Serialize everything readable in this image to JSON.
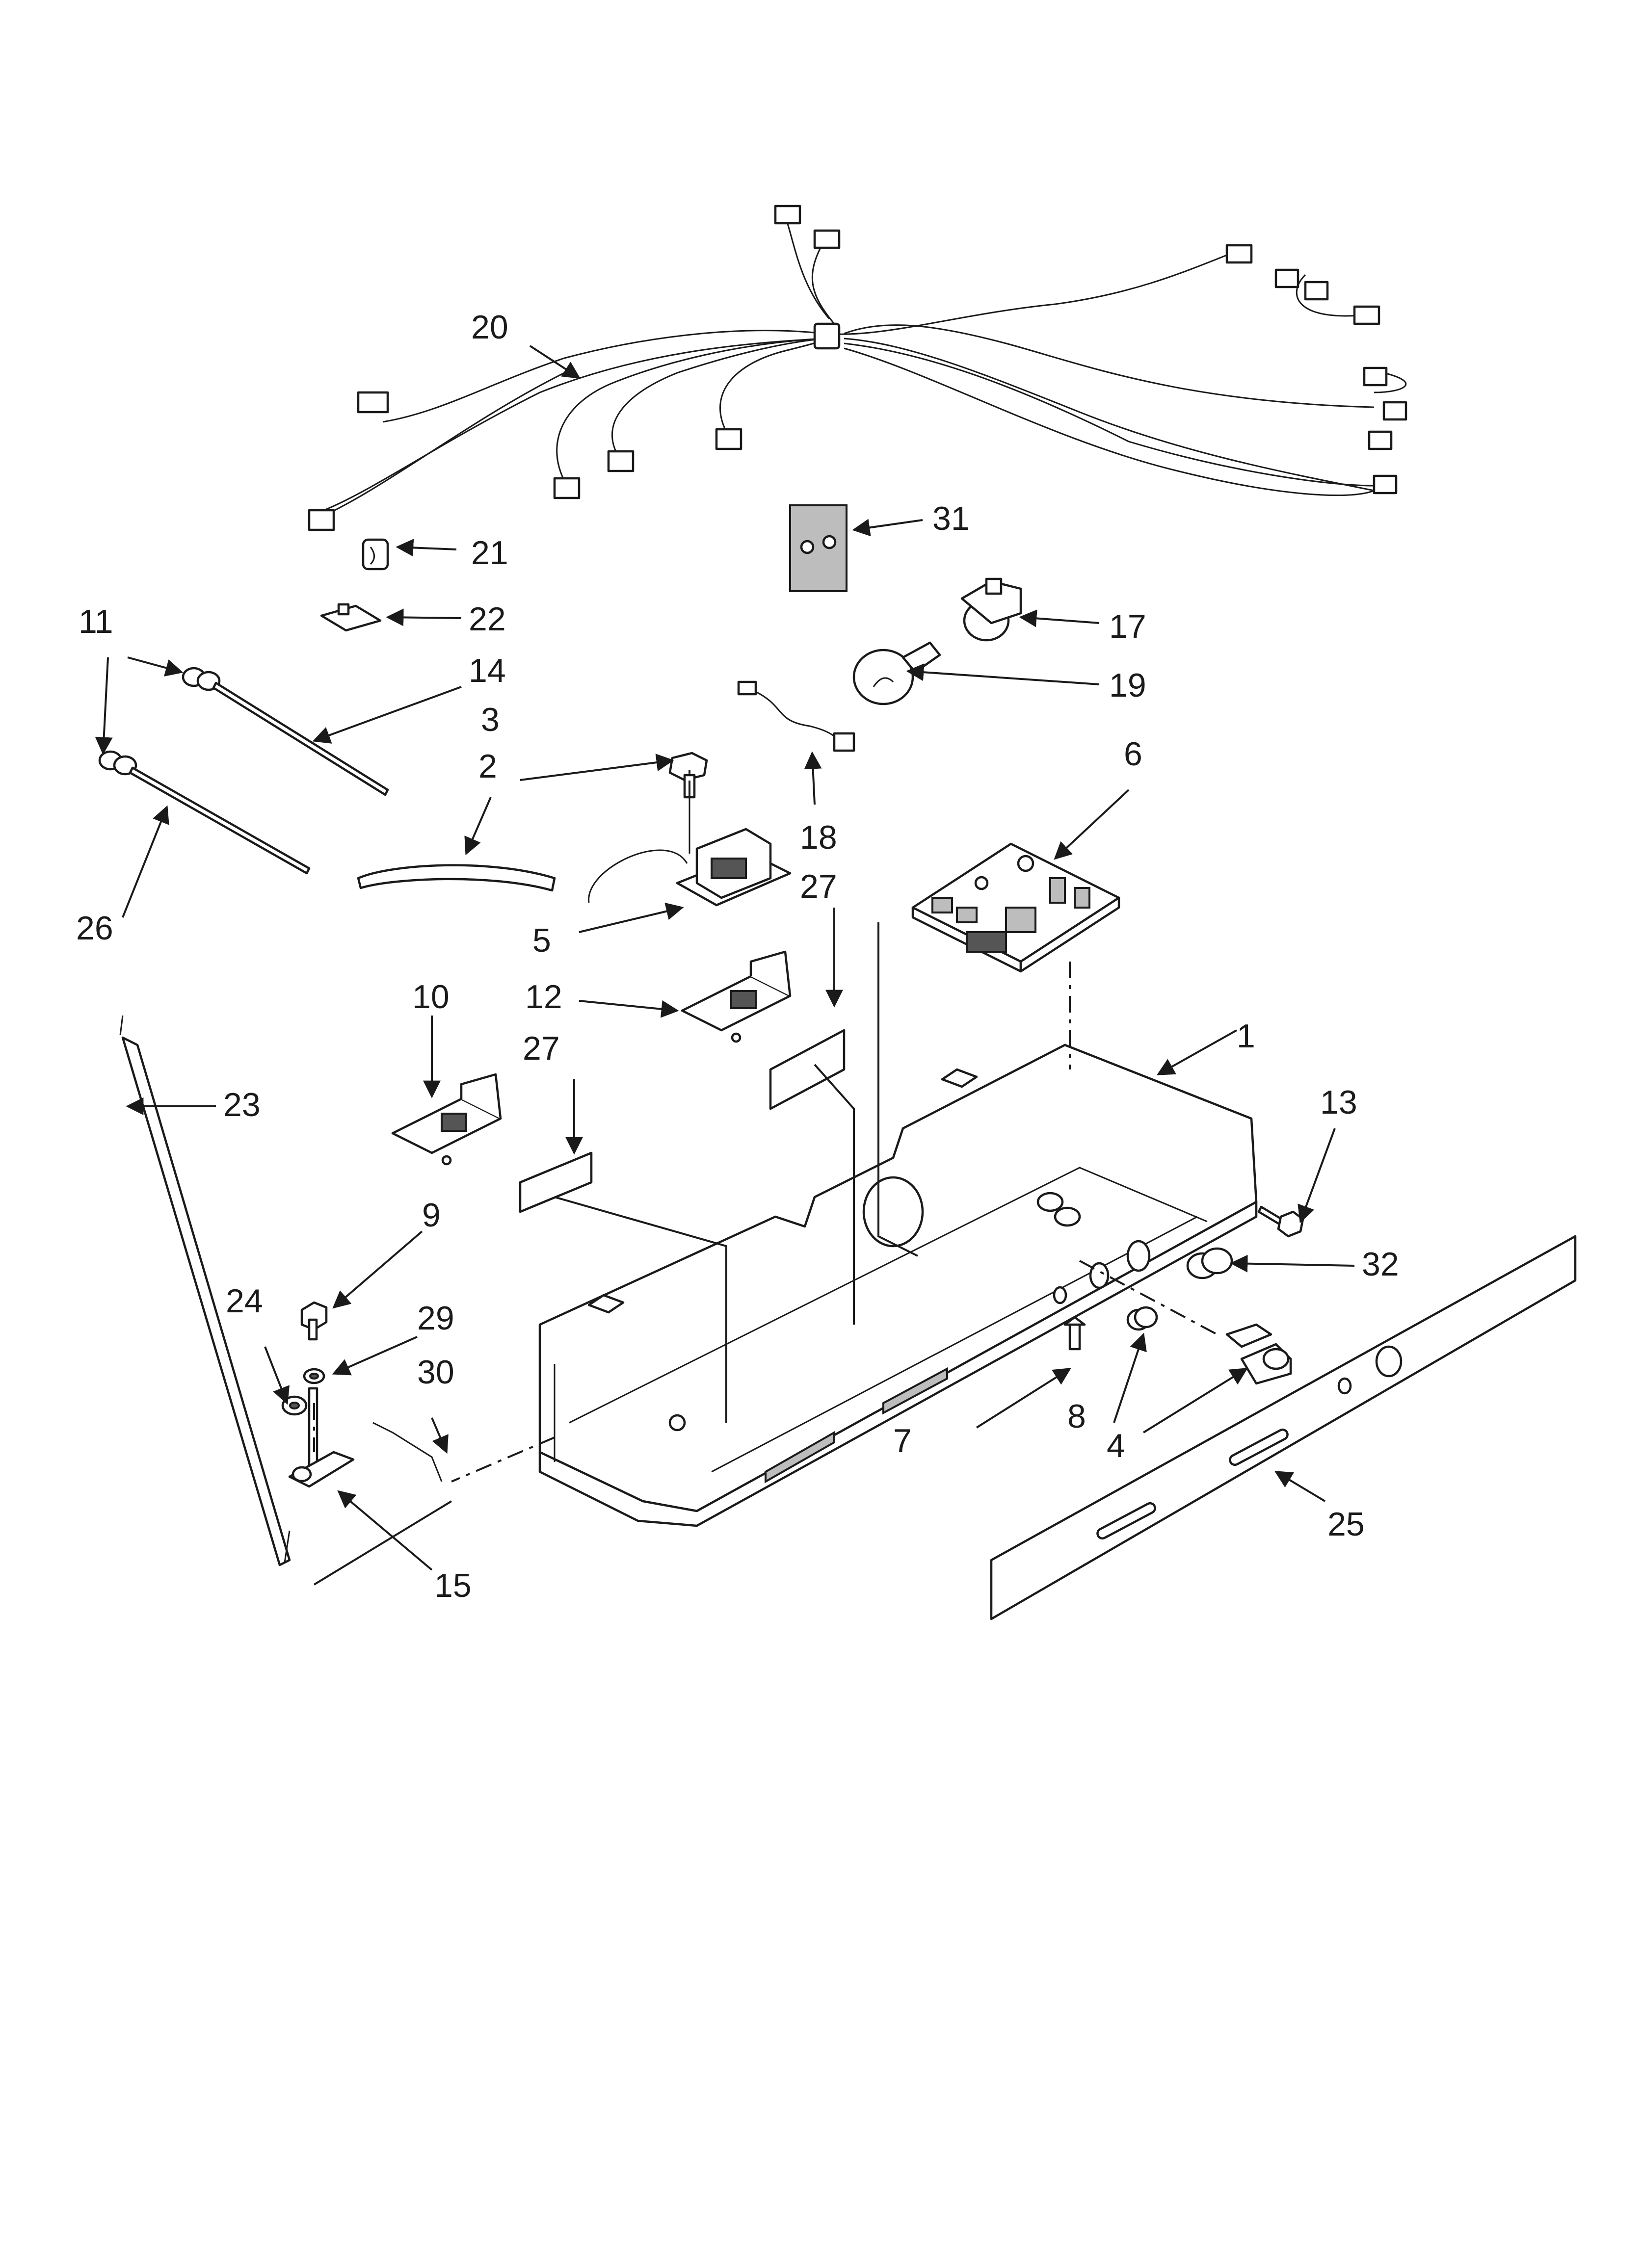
{
  "callouts": [
    {
      "id": "c1",
      "label": "1"
    },
    {
      "id": "c2",
      "label": "2"
    },
    {
      "id": "c3",
      "label": "3"
    },
    {
      "id": "c4",
      "label": "4"
    },
    {
      "id": "c5",
      "label": "5"
    },
    {
      "id": "c6",
      "label": "6"
    },
    {
      "id": "c7",
      "label": "7"
    },
    {
      "id": "c8",
      "label": "8"
    },
    {
      "id": "c9",
      "label": "9"
    },
    {
      "id": "c10",
      "label": "10"
    },
    {
      "id": "c11",
      "label": "11"
    },
    {
      "id": "c12",
      "label": "12"
    },
    {
      "id": "c13",
      "label": "13"
    },
    {
      "id": "c14",
      "label": "14"
    },
    {
      "id": "c15",
      "label": "15"
    },
    {
      "id": "c17",
      "label": "17"
    },
    {
      "id": "c18",
      "label": "18"
    },
    {
      "id": "c19",
      "label": "19"
    },
    {
      "id": "c20",
      "label": "20"
    },
    {
      "id": "c21",
      "label": "21"
    },
    {
      "id": "c22",
      "label": "22"
    },
    {
      "id": "c23",
      "label": "23"
    },
    {
      "id": "c24",
      "label": "24"
    },
    {
      "id": "c25",
      "label": "25"
    },
    {
      "id": "c26",
      "label": "26"
    },
    {
      "id": "c27a",
      "label": "27"
    },
    {
      "id": "c27b",
      "label": "27"
    },
    {
      "id": "c29",
      "label": "29"
    },
    {
      "id": "c30",
      "label": "30"
    },
    {
      "id": "c31",
      "label": "31"
    },
    {
      "id": "c32",
      "label": "32"
    }
  ],
  "colors": {
    "line": "#1a1a1a",
    "fill_light": "#bdbdbd",
    "fill_dark": "#555555",
    "background": "#ffffff"
  }
}
